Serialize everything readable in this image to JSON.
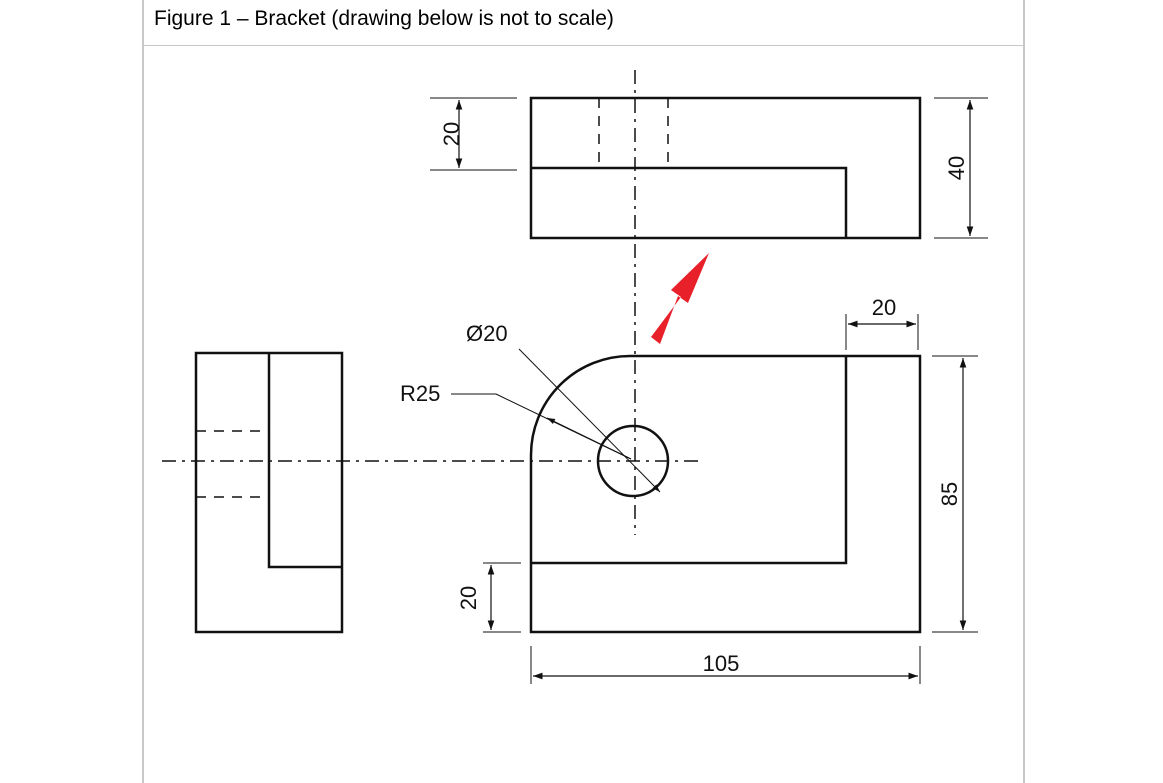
{
  "figure": {
    "caption": "Figure 1 – Bracket (drawing below is not to scale)"
  },
  "dimensions": {
    "top_height": "20",
    "total_height_40": "40",
    "diameter": "Ø20",
    "radius": "R25",
    "right_width": "20",
    "overall_height": "85",
    "base_height": "20",
    "overall_width": "105"
  },
  "colors": {
    "line": "#111111",
    "arrow": "#e8202a",
    "frame_border": "#c8c8c8"
  },
  "icons": {
    "view_direction": "arrow-icon"
  }
}
